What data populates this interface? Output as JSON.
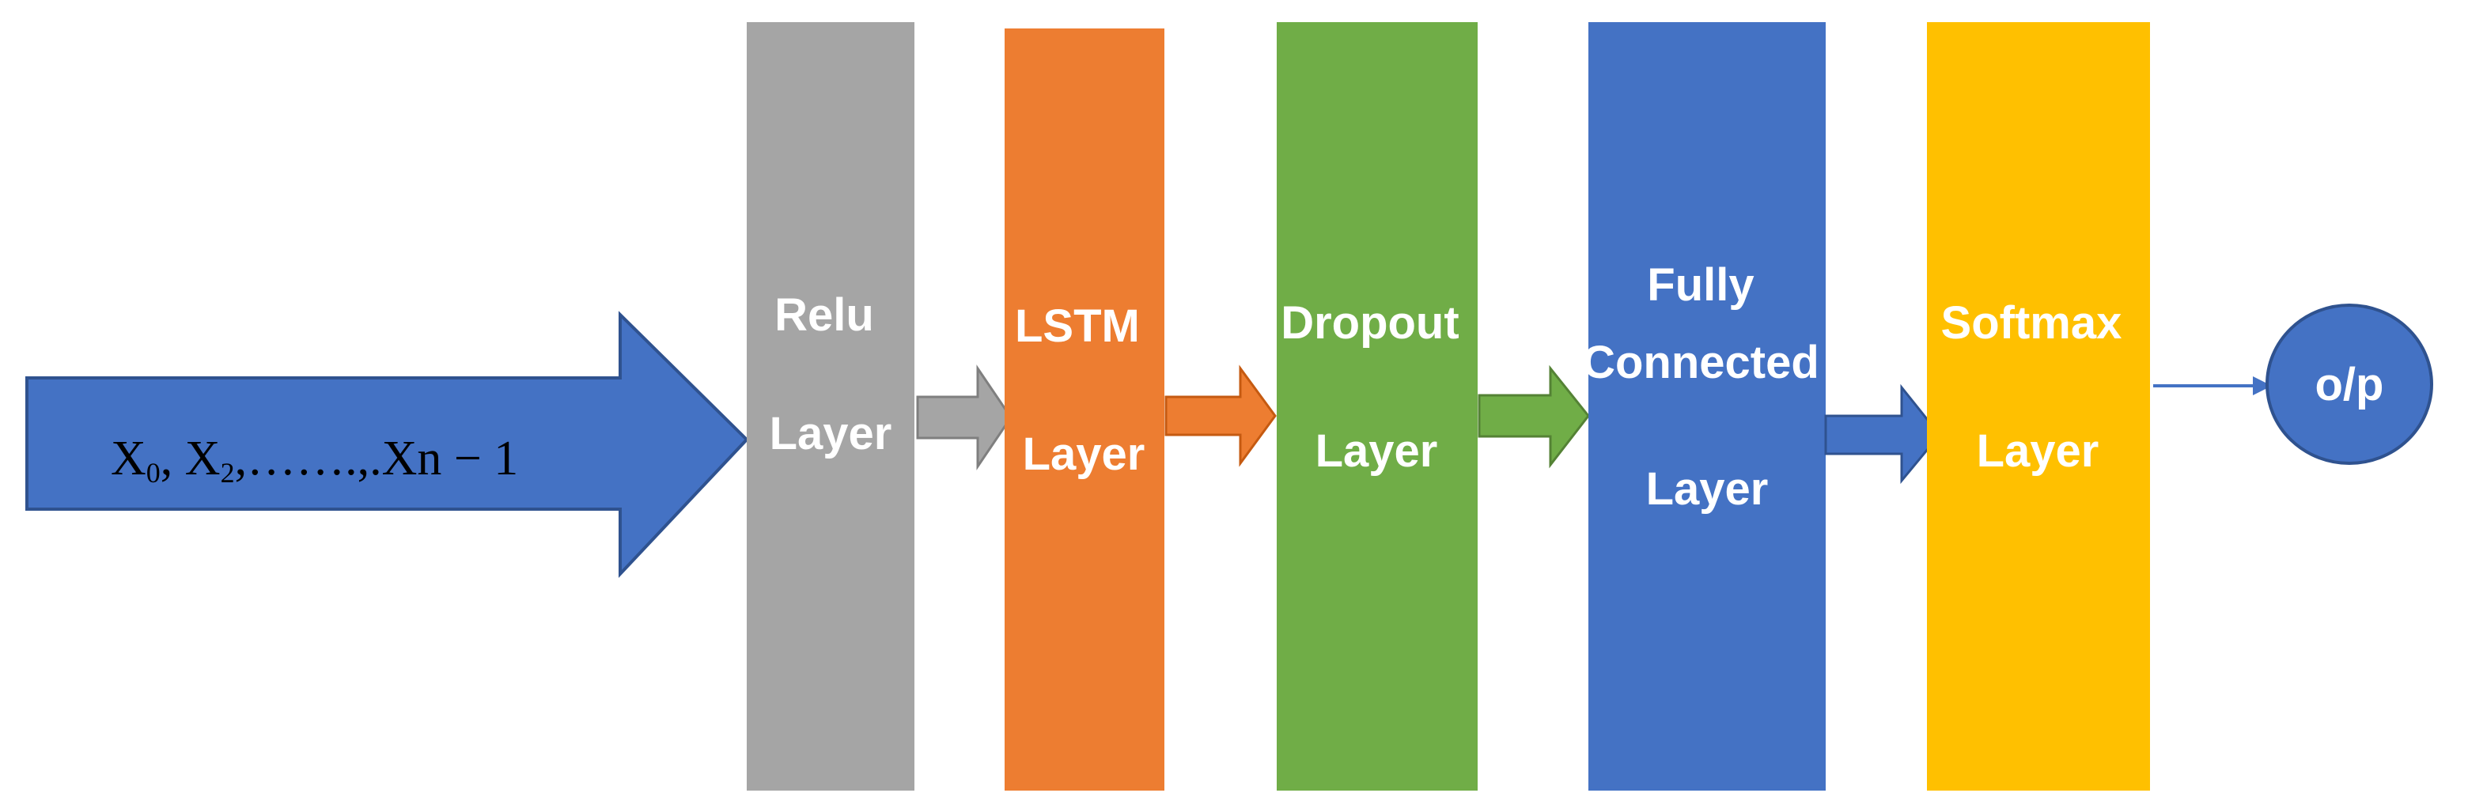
{
  "diagram": {
    "input": {
      "x0_base": "X",
      "x0_sub": "0",
      "x2_base": ", X",
      "x2_sub": "2",
      "rest": ",…….,.Xn − 1",
      "color": "#4472C4"
    },
    "layers": [
      {
        "id": "relu",
        "lines": [
          "Relu",
          "Layer"
        ],
        "color": "#A5A5A5"
      },
      {
        "id": "lstm",
        "lines": [
          "LSTM",
          "Layer"
        ],
        "color": "#ED7D31"
      },
      {
        "id": "dropout",
        "lines": [
          "Dropout",
          "Layer"
        ],
        "color": "#70AD47"
      },
      {
        "id": "fully-connected",
        "lines": [
          "Fully",
          "Connected",
          "Layer"
        ],
        "color": "#4472C4"
      },
      {
        "id": "softmax",
        "lines": [
          "Softmax",
          "Layer"
        ],
        "color": "#FFC000"
      }
    ],
    "output": {
      "label": "o/p",
      "color": "#4472C4"
    }
  }
}
